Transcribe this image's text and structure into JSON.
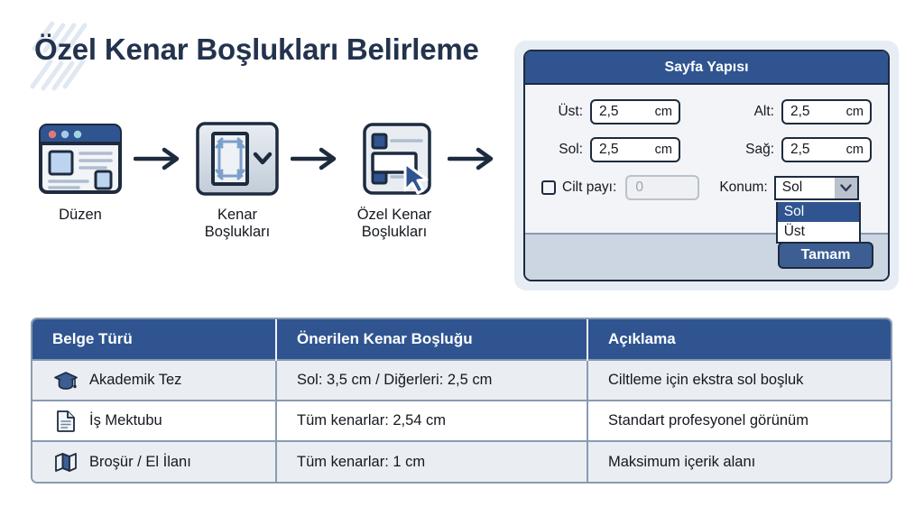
{
  "page": {
    "title": "Özel Kenar Boşlukları Belirleme"
  },
  "flow": {
    "steps": [
      {
        "icon": "window-layout-icon",
        "label": "Düzen"
      },
      {
        "icon": "page-margins-icon",
        "label": "Kenar\nBoşlukları"
      },
      {
        "icon": "custom-margins-menu-icon",
        "label": "Özel Kenar\nBoşlukları"
      }
    ],
    "arrow": "arrow-right-icon"
  },
  "dialog": {
    "title": "Sayfa Yapısı",
    "fields": [
      {
        "label": "Üst:",
        "value": "2,5",
        "unit": "cm"
      },
      {
        "label": "Alt:",
        "value": "2,5",
        "unit": "cm"
      },
      {
        "label": "Sol:",
        "value": "2,5",
        "unit": "cm"
      },
      {
        "label": "Sağ:",
        "value": "2,5",
        "unit": "cm"
      }
    ],
    "gutter": {
      "checkbox_label": "Cilt payı:",
      "placeholder": "0",
      "checked": false
    },
    "position": {
      "label": "Konum:",
      "value": "Sol",
      "options": [
        "Sol",
        "Üst"
      ],
      "selected_index": 0,
      "expanded": true
    },
    "ok_label": "Tamam"
  },
  "table": {
    "headers": [
      "Belge Türü",
      "Önerilen Kenar Boşluğu",
      "Açıklama"
    ],
    "rows": [
      {
        "icon": "graduation-cap-icon",
        "doc_type": "Akademik Tez",
        "margin": "Sol: 3,5 cm / Diğerleri: 2,5 cm",
        "note": "Ciltleme için ekstra sol boşluk"
      },
      {
        "icon": "document-icon",
        "doc_type": "İş Mektubu",
        "margin": "Tüm kenarlar: 2,54 cm",
        "note": "Standart profesyonel görünüm"
      },
      {
        "icon": "map-icon",
        "doc_type": "Broşür / El İlanı",
        "margin": "Tüm kenarlar: 1 cm",
        "note": "Maksimum içerik alanı"
      }
    ]
  },
  "colors": {
    "brand_blue": "#2f5490",
    "dark_navy": "#1d2b3f",
    "title_navy": "#23334d",
    "panel_bg": "#e7edf4",
    "row_alt": "#eaeef3",
    "border_grey": "#8a9bb2"
  }
}
